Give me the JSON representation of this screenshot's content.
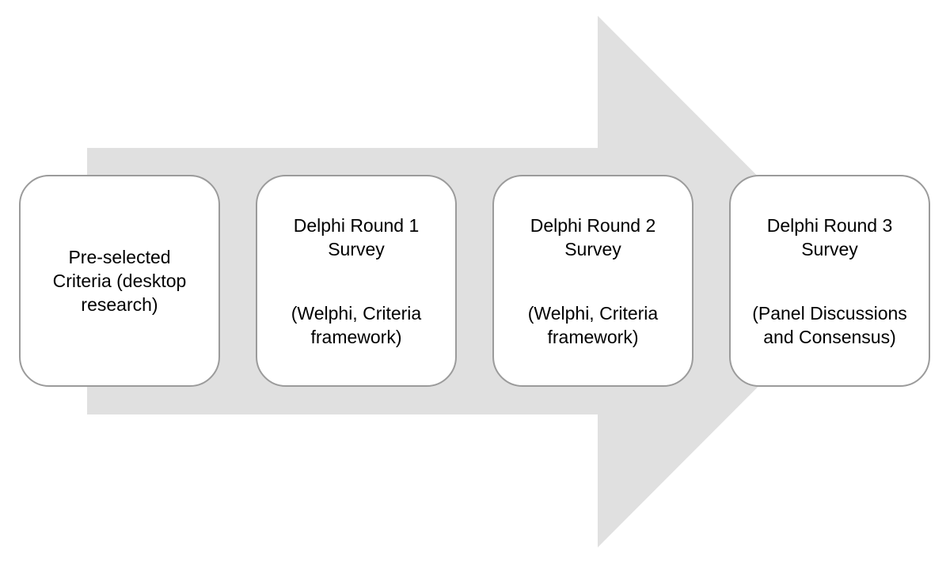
{
  "colors": {
    "arrow_fill": "#e0e0e0",
    "box_border": "#9b9b9b",
    "box_fill": "#ffffff",
    "text": "#000000"
  },
  "steps": [
    {
      "title_lines": [
        "Pre-selected",
        "Criteria (desktop",
        "research)"
      ],
      "detail_lines": []
    },
    {
      "title_lines": [
        "Delphi Round 1",
        "Survey"
      ],
      "detail_lines": [
        "(Welphi, Criteria",
        "framework)"
      ]
    },
    {
      "title_lines": [
        "Delphi Round 2",
        "Survey"
      ],
      "detail_lines": [
        "(Welphi, Criteria",
        "framework)"
      ]
    },
    {
      "title_lines": [
        "Delphi Round 3",
        "Survey"
      ],
      "detail_lines": [
        "(Panel Discussions",
        "and Consensus)"
      ]
    }
  ]
}
